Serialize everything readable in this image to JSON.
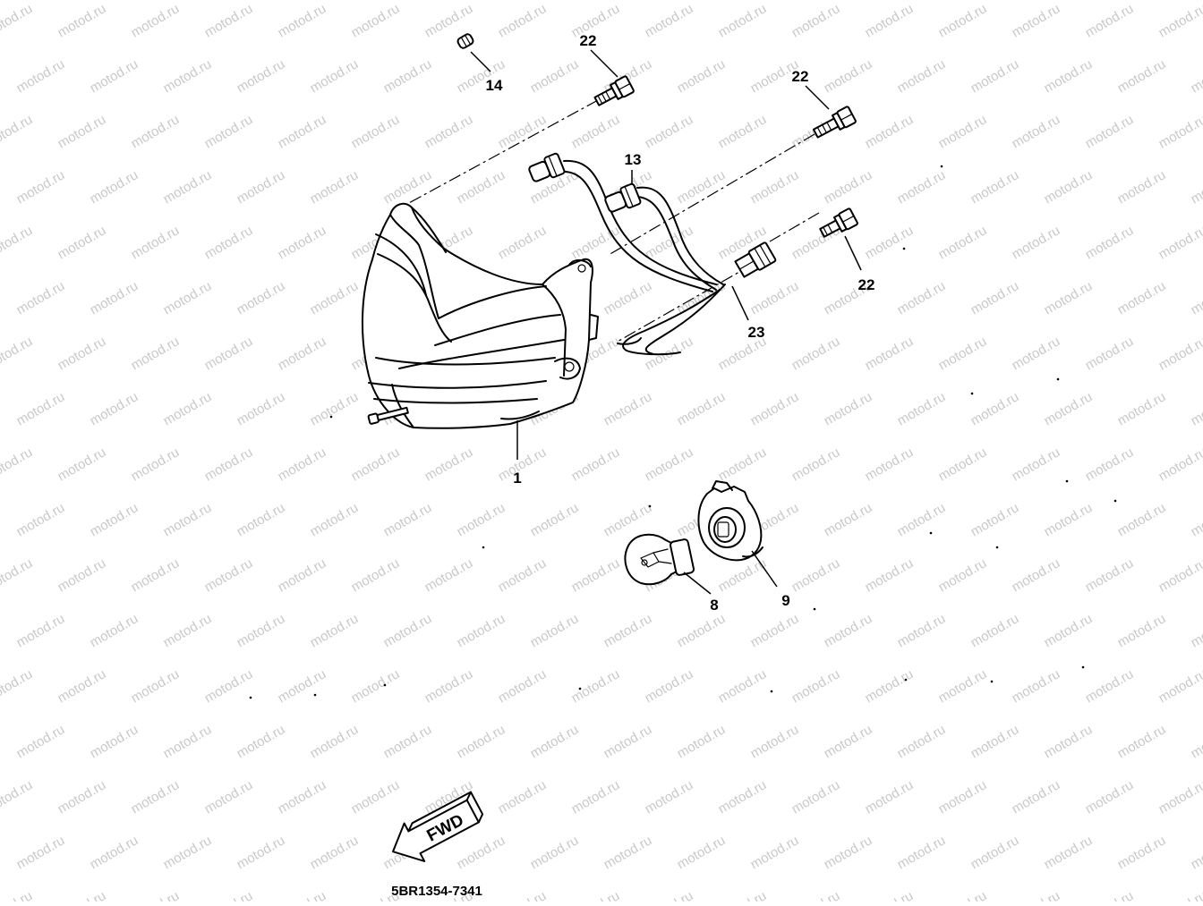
{
  "diagram": {
    "watermark": "motod.ru",
    "figure_code": "5BR1354-7341",
    "direction_label": "FWD",
    "callouts": [
      {
        "id": "c14",
        "label": "14"
      },
      {
        "id": "c22a",
        "label": "22"
      },
      {
        "id": "c22b",
        "label": "22"
      },
      {
        "id": "c13",
        "label": "13"
      },
      {
        "id": "c22c",
        "label": "22"
      },
      {
        "id": "c23",
        "label": "23"
      },
      {
        "id": "c1",
        "label": "1"
      },
      {
        "id": "c8",
        "label": "8"
      },
      {
        "id": "c9",
        "label": "9"
      }
    ]
  }
}
